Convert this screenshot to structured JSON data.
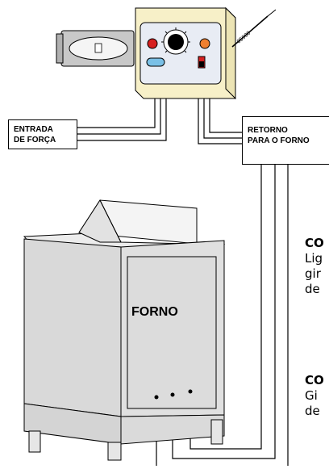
{
  "labels": {
    "power_input_line1": "ENTRADA",
    "power_input_line2": "DE FORÇA",
    "return_line1": "RETORNO",
    "return_line2": "PARA O FORNO",
    "oven": "FORNO"
  },
  "side_text": {
    "block1": {
      "heading": "CO",
      "line1": "Lig",
      "line2": "gir",
      "line3": "de"
    },
    "block2": {
      "heading": "CO",
      "line1": "Gi",
      "line2": "de"
    }
  },
  "probe_label": "05900",
  "icons": {
    "control_box": "control-panel-icon",
    "dial": "dial-knob-icon",
    "indicator_left": "red-indicator-light-icon",
    "indicator_right": "orange-indicator-light-icon",
    "switch": "toggle-switch-icon",
    "button": "blue-button-icon",
    "probe": "thermocouple-probe-icon",
    "plug": "power-plug-icon"
  },
  "colors": {
    "control_box": "#f7f0c8",
    "control_face": "#e8ecf4",
    "oven_body": "#d9d9d9",
    "oven_top": "#ececec",
    "red": "#d62020",
    "orange": "#f08030",
    "blue": "#7ac0e6",
    "plug": "#bfbfbf"
  }
}
